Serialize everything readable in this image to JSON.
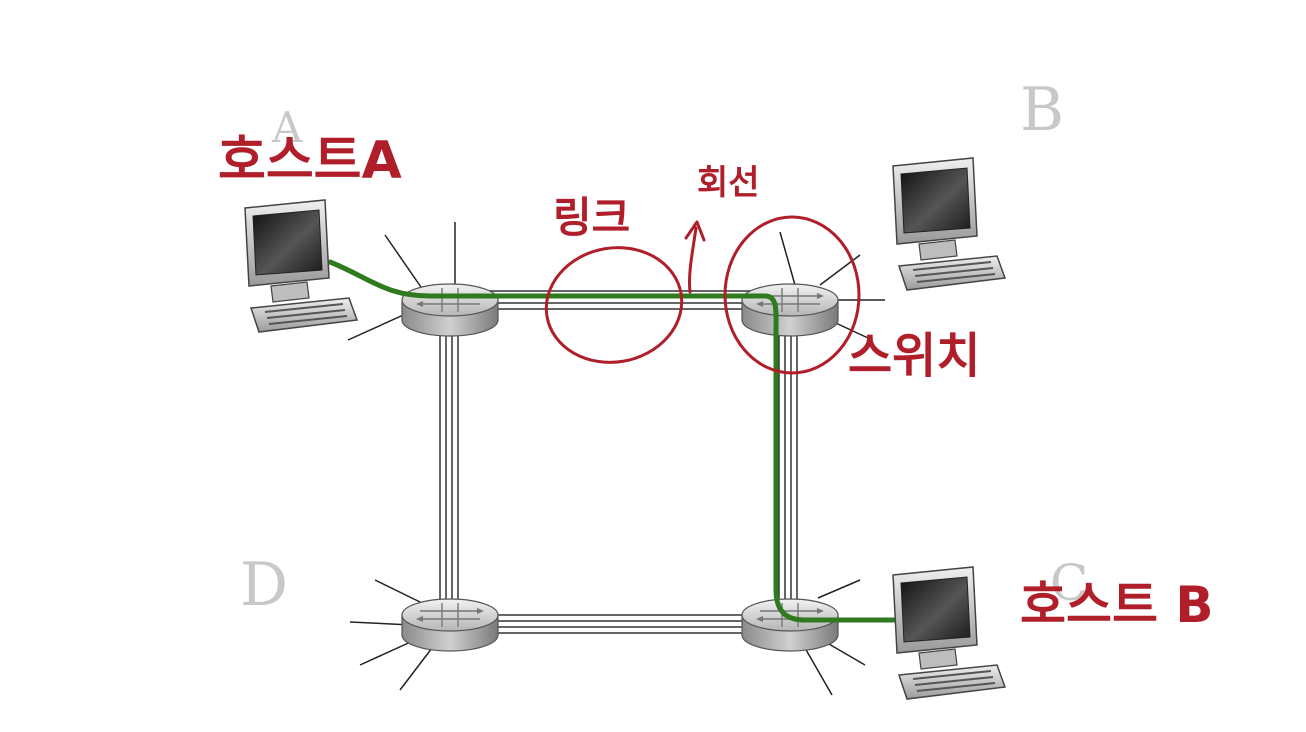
{
  "annotations": {
    "host_a": "호스트A",
    "link": "링크",
    "circuit": "회선",
    "switch": "스위치",
    "host_b": "호스트 B"
  },
  "corner_letters": {
    "a": "A",
    "b": "B",
    "c": "C",
    "d": "D"
  },
  "colors": {
    "annotation": "#b01e2a",
    "circuit_path": "#2f7a1f",
    "link_lines": "#333333",
    "background": "#ffffff"
  },
  "icons": {
    "host": "computer-icon",
    "switch": "router-icon"
  }
}
